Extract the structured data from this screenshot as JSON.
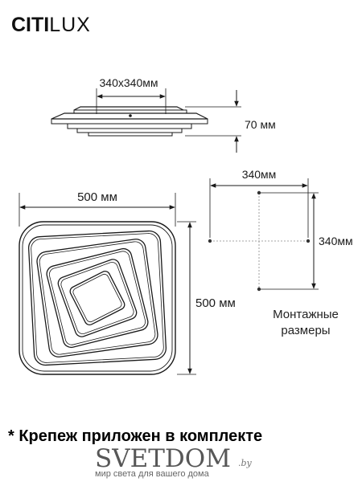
{
  "brand": {
    "part1": "CITI",
    "part2": "LUX"
  },
  "side_view": {
    "top_dimension": "340х340мм",
    "height_dimension": "70 мм"
  },
  "front_view": {
    "width_dimension": "500 мм",
    "height_dimension": "500 мм"
  },
  "mounting": {
    "width_dimension": "340мм",
    "height_dimension": "340мм",
    "caption_line1": "Монтажные",
    "caption_line2": "размеры"
  },
  "footnote": "* Крепеж приложен в комплекте",
  "watermark": {
    "logo": "SVETDOM",
    "suffix": ".by",
    "tagline": "мир света для вашего дома"
  },
  "colors": {
    "line": "#1a1a1a",
    "dashed": "#888888",
    "watermark_green": "#7fae3a"
  }
}
